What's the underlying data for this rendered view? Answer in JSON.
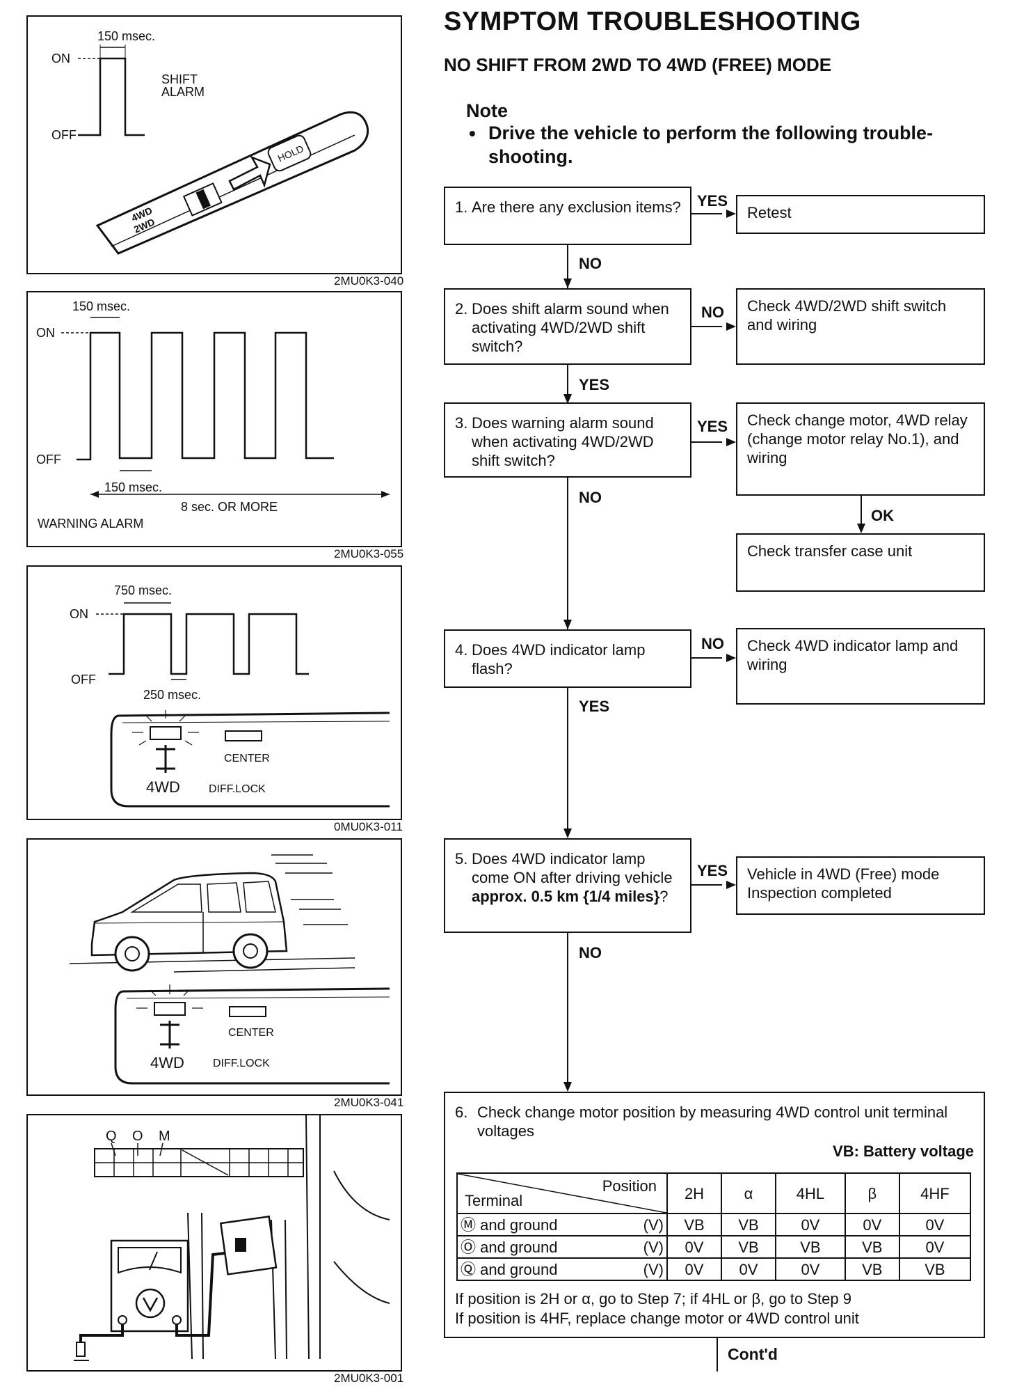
{
  "header": {
    "title": "SYMPTOM TROUBLESHOOTING",
    "subtitle": "NO SHIFT FROM 2WD TO 4WD (FREE) MODE",
    "note_heading": "Note",
    "note_bullet": "•",
    "note_line1": "Drive the vehicle to perform the following trouble-",
    "note_line2": "shooting."
  },
  "figures": {
    "fig1": {
      "time_label": "150 msec.",
      "on": "ON",
      "off": "OFF",
      "label1": "SHIFT",
      "label2": "ALARM",
      "switch_top": "4WD",
      "switch_bottom": "2WD",
      "hold": "HOLD",
      "code": "2MU0K3-040"
    },
    "fig2": {
      "time_top": "150 msec.",
      "on": "ON",
      "off": "OFF",
      "time_bottom": "150 msec.",
      "duration": "8 sec. OR MORE",
      "label": "WARNING ALARM",
      "code": "2MU0K3-055"
    },
    "fig3": {
      "time_top": "750 msec.",
      "on": "ON",
      "off": "OFF",
      "time_bottom": "250 msec.",
      "center": "CENTER",
      "fourwd": "4WD",
      "diff": "DIFF.LOCK",
      "code": "0MU0K3-011"
    },
    "fig4": {
      "center": "CENTER",
      "fourwd": "4WD",
      "diff": "DIFF.LOCK",
      "code": "2MU0K3-041"
    },
    "fig5": {
      "term1": "Q",
      "term2": "O",
      "term3": "M",
      "code": "2MU0K3-001"
    }
  },
  "flow": {
    "q1": {
      "num": "1.",
      "text": "Are there any exclusion items?"
    },
    "a1": "Retest",
    "q2": {
      "num": "2.",
      "text": "Does shift alarm sound when activating 4WD/2WD shift switch?"
    },
    "a2": "Check 4WD/2WD shift switch and wiring",
    "q3": {
      "num": "3.",
      "text": "Does warning alarm sound when activating 4WD/2WD shift switch?"
    },
    "a3": "Check change motor, 4WD relay (change motor relay No.1), and wiring",
    "a3b": "Check transfer case unit",
    "q4": {
      "num": "4.",
      "text": "Does 4WD indicator lamp flash?"
    },
    "a4": "Check 4WD indicator lamp and wiring",
    "q5": {
      "num": "5.",
      "text_a": "Does 4WD indicator lamp come ON after driving vehicle ",
      "text_bold": "approx. 0.5 km {1/4 miles}",
      "text_b": "?"
    },
    "a5_line1": "Vehicle in 4WD (Free) mode",
    "a5_line2": "Inspection completed",
    "labels": {
      "yes": "YES",
      "no": "NO",
      "ok": "OK"
    }
  },
  "step6": {
    "num": "6.",
    "text": "Check change motor position by measuring 4WD control unit terminal voltages",
    "vb_label": "VB: Battery voltage",
    "table": {
      "corner_position": "Position",
      "corner_terminal": "Terminal",
      "columns": [
        "2H",
        "α",
        "4HL",
        "β",
        "4HF"
      ],
      "rows": [
        {
          "terminal": "Ⓜ and ground",
          "unit": "(V)",
          "values": [
            "VB",
            "VB",
            "0V",
            "0V",
            "0V"
          ]
        },
        {
          "terminal": "Ⓞ and ground",
          "unit": "(V)",
          "values": [
            "0V",
            "VB",
            "VB",
            "VB",
            "0V"
          ]
        },
        {
          "terminal": "Ⓠ and ground",
          "unit": "(V)",
          "values": [
            "0V",
            "0V",
            "0V",
            "VB",
            "VB"
          ]
        }
      ]
    },
    "footer1": "If position is 2H or α, go to Step 7; if 4HL or β, go to Step 9",
    "footer2": "If position is 4HF, replace change motor or 4WD control unit"
  },
  "contd": "Cont'd"
}
